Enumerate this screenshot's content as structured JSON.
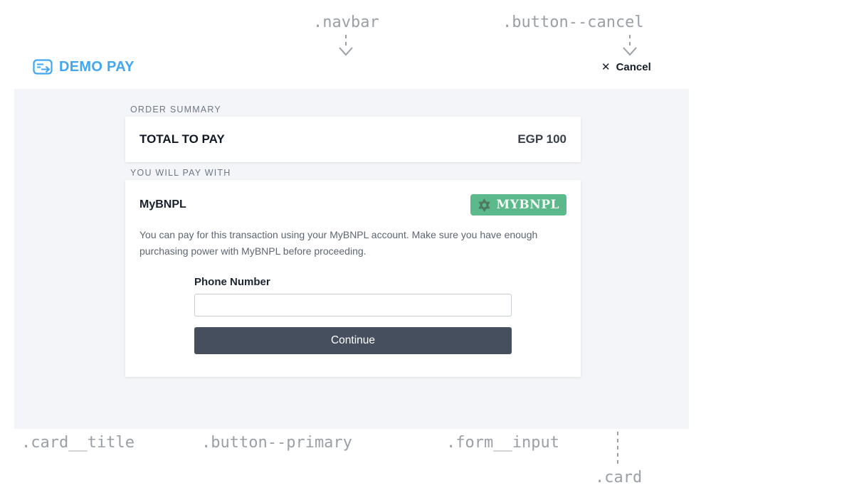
{
  "annotations": {
    "navbar": ".navbar",
    "button_cancel": ".button--cancel",
    "card_title": ".card__title",
    "button_primary": ".button--primary",
    "form_input": ".form__input",
    "card": ".card"
  },
  "navbar": {
    "brand": "DEMO PAY",
    "cancel_label": "Cancel",
    "cancel_icon": "✕"
  },
  "order_summary": {
    "section_title": "ORDER SUMMARY",
    "total_label": "TOTAL TO PAY",
    "total_value": "EGP 100"
  },
  "payment": {
    "section_title": "YOU WILL PAY WITH",
    "method_name": "MyBNPL",
    "badge_text": "MYBNPL",
    "description": "You can pay for this transaction using your MyBNPL account. Make sure you have enough purchasing power with MyBNPL before proceeding.",
    "phone_label": "Phone Number",
    "phone_value": "",
    "continue_label": "Continue"
  },
  "colors": {
    "brand_blue": "#42a7f0",
    "panel_bg": "#f4f5f8",
    "badge_green": "#5cb98c",
    "badge_icon_green": "#4c7a62",
    "button_primary_bg": "#454f5d",
    "annotation_gray": "#9aa0a6",
    "text_dark": "#101924"
  }
}
